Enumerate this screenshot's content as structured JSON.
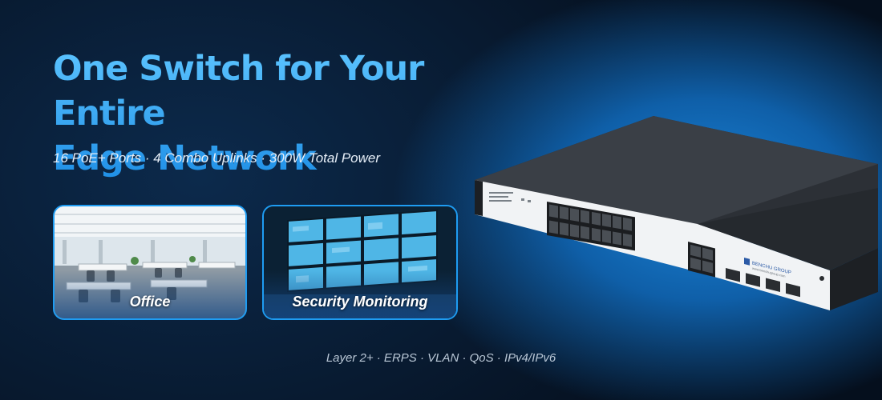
{
  "headline": {
    "line1": "One Switch for Your Entire",
    "line2": "Edge Network"
  },
  "subhead": "16 PoE+ Ports · 4 Combo Uplinks · 300W Total Power",
  "cards": [
    {
      "label": "Office"
    },
    {
      "label": "Security Monitoring"
    }
  ],
  "features": "Layer 2+ · ERPS · VLAN · QoS · IPv4/IPv6",
  "product": {
    "brand_line1": "BENCHU GROUP",
    "brand_line2": "www.benchugroup.com"
  },
  "colors": {
    "headline": "#34a8f4",
    "card_border": "#1e9cf2",
    "background": "#081a30"
  }
}
